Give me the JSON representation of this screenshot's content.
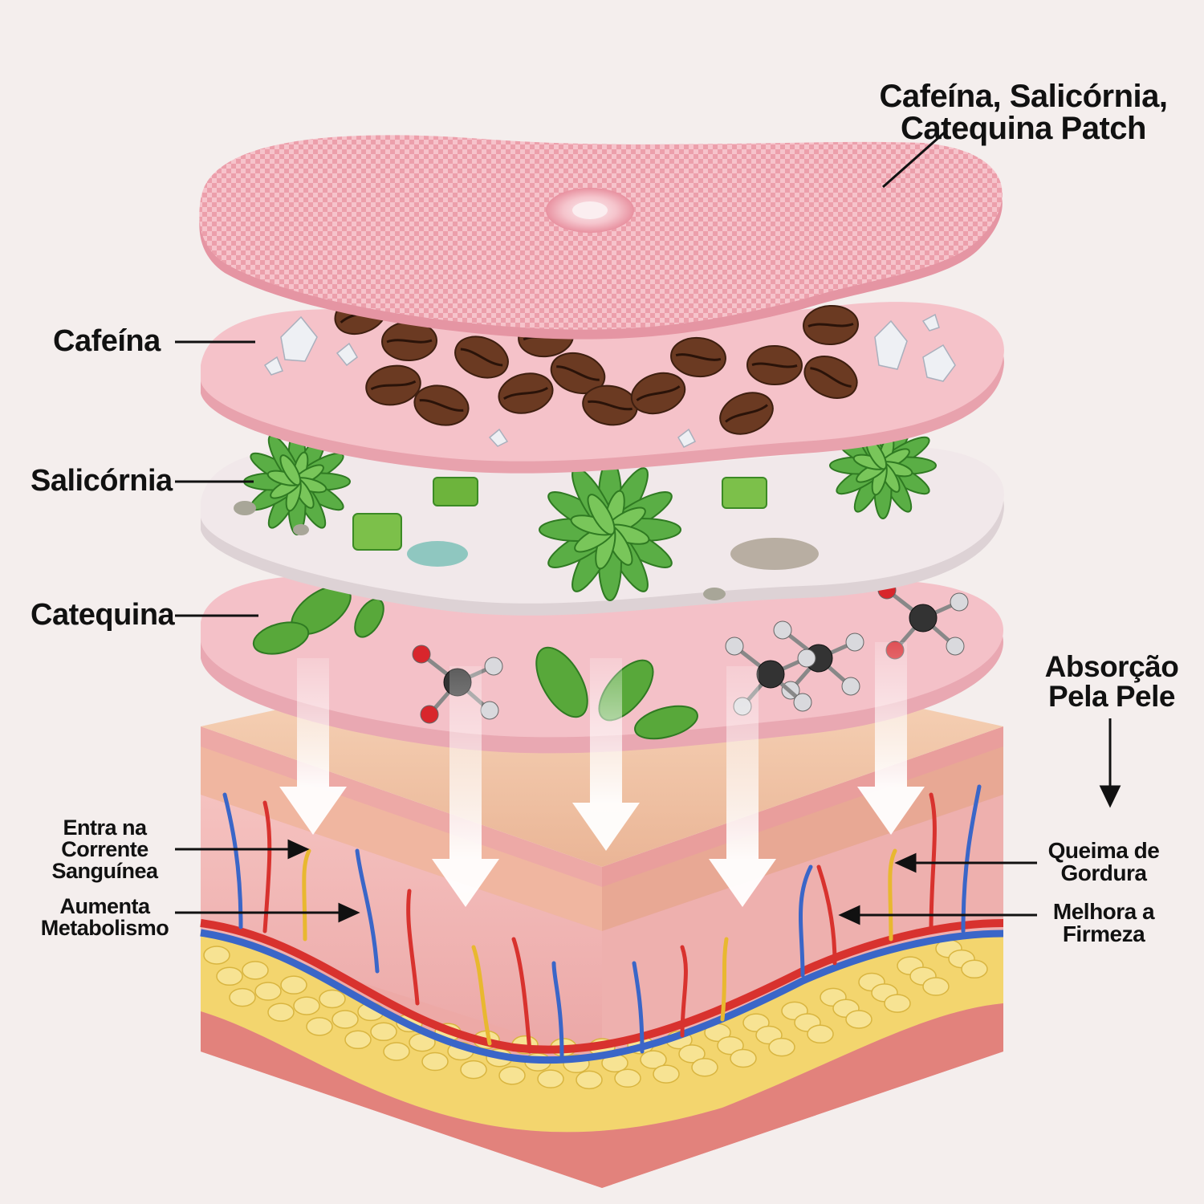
{
  "title": {
    "line1": "Cafeína, Salicórnia,",
    "line2": "Catequina Patch"
  },
  "layers": [
    {
      "label": "Cafeína",
      "contents": "coffee-beans, crystals"
    },
    {
      "label": "Salicórnia",
      "contents": "succulent plants, green cubes, mineral powder"
    },
    {
      "label": "Catequina",
      "contents": "green tea leaves, molecules"
    }
  ],
  "absorption": {
    "line1": "Absorção",
    "line2": "Pela Pele"
  },
  "effects_left": [
    {
      "lines": [
        "Entra na",
        "Corrente",
        "Sanguínea"
      ]
    },
    {
      "lines": [
        "Aumenta",
        "Metabolismo"
      ]
    }
  ],
  "effects_right": [
    {
      "lines": [
        "Queima de",
        "Gordura"
      ]
    },
    {
      "lines": [
        "Melhora a",
        "Firmeza"
      ]
    }
  ],
  "colors": {
    "background": "#f4eeed",
    "patch": "#f2b3bd",
    "layer_pink": "#f3bcc2",
    "layer_white": "#efe6e8",
    "skin_top": "#f2c8a8",
    "dermis": "#f0b4b4",
    "fat": "#f2d46a",
    "artery": "#d8322e",
    "vein": "#3a66c8",
    "nerve": "#e8b830"
  }
}
